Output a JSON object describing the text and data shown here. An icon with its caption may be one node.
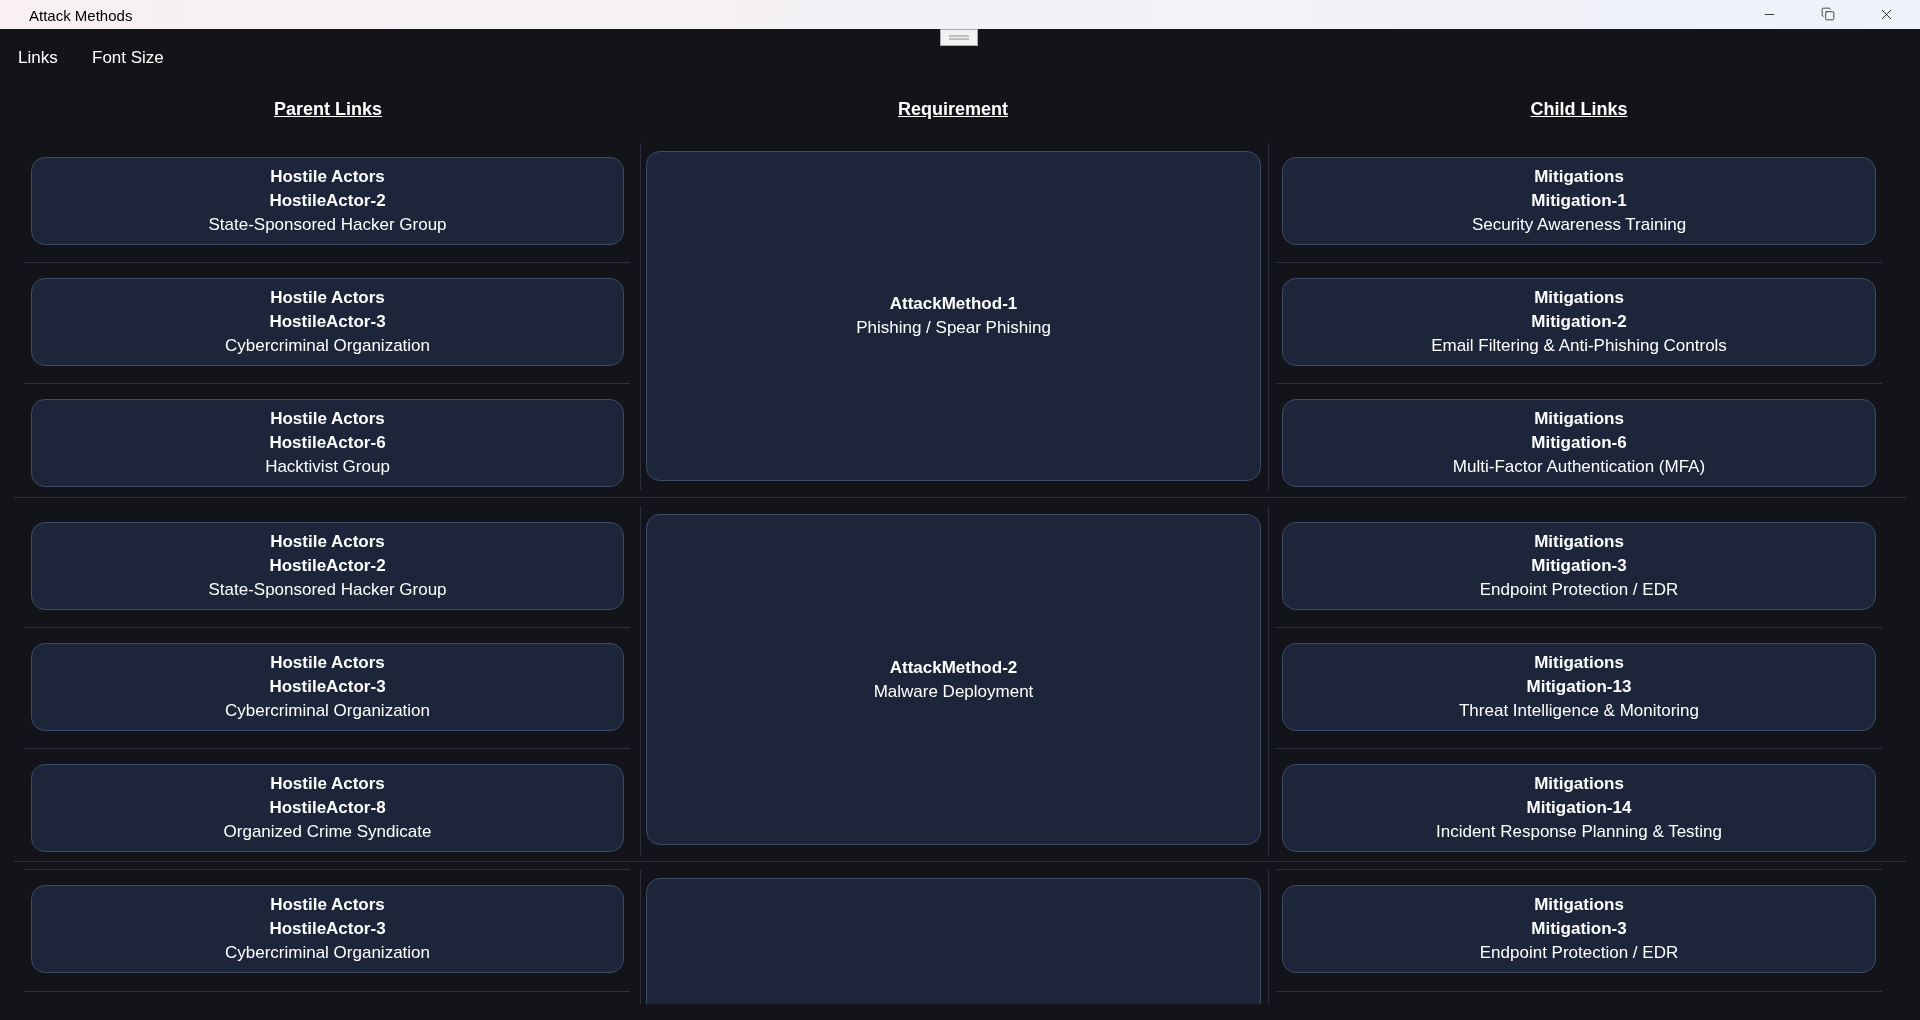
{
  "diagram": {
    "title": "Attack Methods",
    "nodes": [
      {
        "text": [
          "Hostile Actors",
          "HostileActor-2",
          "State-Sponsored Hacker Group"
        ]
      },
      {
        "text": [
          "AttackMethod-1",
          "Phishing / Spear Phishing"
        ]
      },
      {
        "text": [
          "Mitigations",
          "Mitigation-1",
          "Security Awareness Training"
        ]
      },
      {
        "text": [
          "Hostile Actors",
          "HostileActor-3",
          "Cybercriminal Organization"
        ]
      },
      {
        "text": [
          "Mitigations",
          "Mitigation-2",
          "Email Filtering & Anti-Phishing Controls"
        ]
      },
      {
        "text": [
          "Hostile Actors",
          "HostileActor-6",
          "Hacktivist Group"
        ]
      },
      {
        "text": [
          "Mitigations",
          "Mitigation-6",
          "Multi-Factor Authentication (MFA)"
        ]
      },
      {
        "text": [
          "Hostile Actors",
          "HostileActor-2",
          "State-Sponsored Hacker Group"
        ]
      },
      {
        "text": [
          "AttackMethod-2",
          "Malware Deployment"
        ]
      },
      {
        "text": [
          "Mitigations",
          "Mitigation-3",
          "Endpoint Protection / EDR"
        ]
      },
      {
        "text": [
          "Hostile Actors",
          "HostileActor-3",
          "Cybercriminal Organization"
        ]
      },
      {
        "text": [
          "Mitigations",
          "Mitigation-13",
          "Threat Intelligence & Monitoring"
        ]
      },
      {
        "text": [
          "Hostile Actors",
          "HostileActor-8",
          "Organized Crime Syndicate"
        ]
      },
      {
        "text": [
          "Mitigations",
          "Mitigation-14",
          "Incident Response Planning & Testing"
        ]
      },
      {
        "text": [
          "Hostile Actors",
          "HostileActor-3",
          "Cybercriminal Organization"
        ]
      },
      {
        "text": [],
        "shape": "box"
      },
      {
        "text": [
          "Mitigations",
          "Mitigation-3",
          "Endpoint Protection / EDR"
        ]
      }
    ],
    "labels": [
      "Links",
      "Font Size",
      "Parent Links",
      "Requirement",
      "Child Links"
    ]
  }
}
